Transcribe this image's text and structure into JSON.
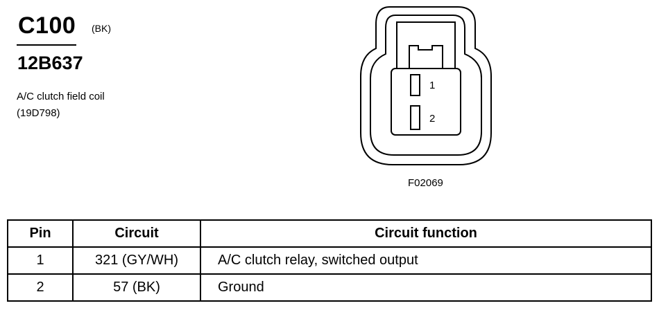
{
  "header": {
    "connector_id": "C100",
    "connector_color": "(BK)",
    "part_number": "12B637",
    "description_line1": "A/C clutch field coil",
    "description_line2": "(19D798)"
  },
  "diagram": {
    "pin_labels": [
      "1",
      "2"
    ],
    "figure_code": "F02069"
  },
  "table": {
    "headers": [
      "Pin",
      "Circuit",
      "Circuit function"
    ],
    "rows": [
      {
        "pin": "1",
        "circuit": "321 (GY/WH)",
        "function": "A/C clutch relay, switched output"
      },
      {
        "pin": "2",
        "circuit": "57 (BK)",
        "function": "Ground"
      }
    ]
  }
}
